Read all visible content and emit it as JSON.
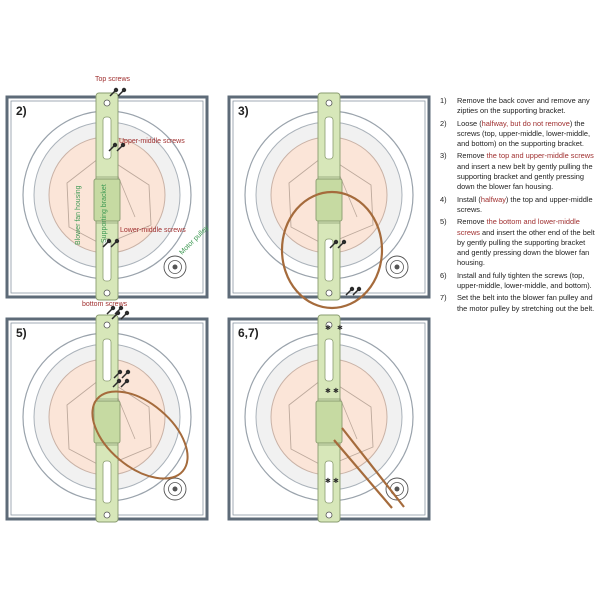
{
  "colors": {
    "frame": "#5e6b78",
    "bracket": "#d7e7b9",
    "belt": "#a56b3c",
    "highlight": "#a03030",
    "green_label": "#3f9a54",
    "housing_fill": "#fbe5d8"
  },
  "panels": [
    {
      "label": "2)"
    },
    {
      "label": "3)"
    },
    {
      "label": "5)"
    },
    {
      "label": "6,7)"
    }
  ],
  "callouts": {
    "top_screws": "Top screws",
    "upper_middle_screws": "Upper-middle screws",
    "lower_middle_screws": "Lower-middle screws",
    "bottom_screws": "bottom screws",
    "blower_fan_housing": "Blower fan housing",
    "supporting_bracket": "Supporting bracket",
    "motor_pulley": "Motor pulley"
  },
  "instructions": [
    {
      "num": "1)",
      "parts": [
        {
          "t": "Remove the back cover and remove any zipties on the  supporting bracket.",
          "h": false
        }
      ]
    },
    {
      "num": "2)",
      "parts": [
        {
          "t": "Loose (",
          "h": false
        },
        {
          "t": "halfway, but do not remove",
          "h": true
        },
        {
          "t": ") the screws (top, upper-middle, lower-middle, and bottom) on the supporting bracket.",
          "h": false
        }
      ]
    },
    {
      "num": "3)",
      "parts": [
        {
          "t": "Remove ",
          "h": false
        },
        {
          "t": "the top and upper-middle screws",
          "h": true
        },
        {
          "t": " and insert a new belt by gently pulling the supporting bracket and gently pressing down the blower fan housing.",
          "h": false
        }
      ]
    },
    {
      "num": "4)",
      "parts": [
        {
          "t": "Install (",
          "h": false
        },
        {
          "t": "halfway",
          "h": true
        },
        {
          "t": ") the top and upper-middle screws.",
          "h": false
        }
      ]
    },
    {
      "num": "5)",
      "parts": [
        {
          "t": "Remove ",
          "h": false
        },
        {
          "t": "the bottom and lower-middle screws",
          "h": true
        },
        {
          "t": " and insert the other end of the belt by gently pulling the supporting bracket and gently pressing down the blower fan housing.",
          "h": false
        }
      ]
    },
    {
      "num": "6)",
      "parts": [
        {
          "t": "Install and fully tighten the screws (top, upper-middle, lower-middle, and bottom).",
          "h": false
        }
      ]
    },
    {
      "num": "7)",
      "parts": [
        {
          "t": "Set the belt into the blower fan pulley and the motor pulley by stretching out the belt.",
          "h": false
        }
      ]
    }
  ]
}
